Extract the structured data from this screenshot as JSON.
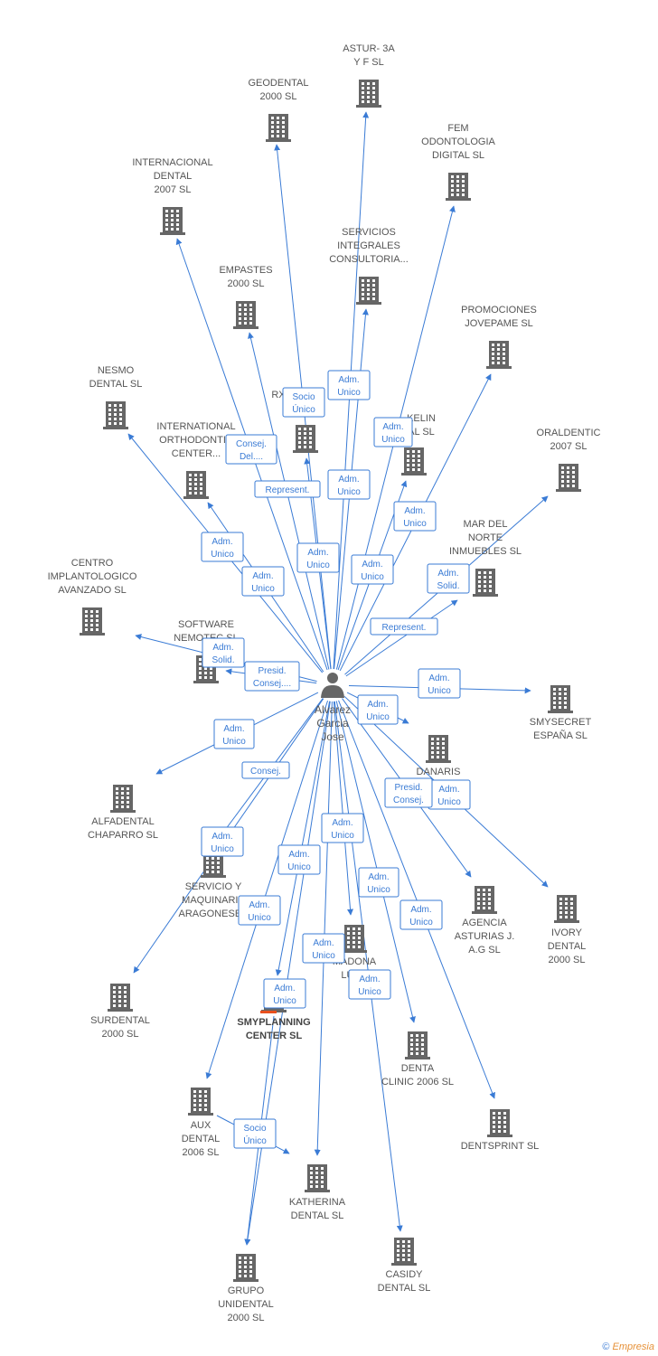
{
  "person": {
    "lines": [
      "Alvarez",
      "Garcia",
      "Jose"
    ],
    "icon": "person-icon"
  },
  "companies": [
    {
      "id": "astur",
      "lines": [
        "ASTUR- 3A",
        "Y F SL"
      ],
      "icon": "building-icon"
    },
    {
      "id": "geodental",
      "lines": [
        "GEODENTAL",
        "2000 SL"
      ],
      "icon": "building-icon"
    },
    {
      "id": "fem",
      "lines": [
        "FEM",
        "ODONTOLOGIA",
        "DIGITAL SL"
      ],
      "icon": "building-icon"
    },
    {
      "id": "internacional-dental",
      "lines": [
        "INTERNACIONAL",
        "DENTAL",
        "2007 SL"
      ],
      "icon": "building-icon"
    },
    {
      "id": "servicios-integrales",
      "lines": [
        "SERVICIOS",
        "INTEGRALES",
        "CONSULTORIA..."
      ],
      "icon": "building-icon"
    },
    {
      "id": "empastes",
      "lines": [
        "EMPASTES",
        "2000 SL"
      ],
      "icon": "building-icon"
    },
    {
      "id": "promociones",
      "lines": [
        "PROMOCIONES",
        "JOVEPAME SL"
      ],
      "icon": "building-icon"
    },
    {
      "id": "rx",
      "lines": [
        "RX"
      ],
      "icon": "building-icon"
    },
    {
      "id": "nesmo",
      "lines": [
        "NESMO",
        "DENTAL SL"
      ],
      "icon": "building-icon"
    },
    {
      "id": "kelin",
      "lines": [
        "KELIN",
        "AL SL"
      ],
      "icon": "building-icon"
    },
    {
      "id": "international-ortho",
      "lines": [
        "INTERNATIONAL",
        "ORTHODONTIC",
        "CENTER..."
      ],
      "icon": "building-icon"
    },
    {
      "id": "oraldentic",
      "lines": [
        "ORALDENTIC",
        "2007 SL"
      ],
      "icon": "building-icon"
    },
    {
      "id": "mar-del-norte",
      "lines": [
        "MAR DEL",
        "NORTE",
        "INMUEBLES SL"
      ],
      "icon": "building-icon"
    },
    {
      "id": "centro-implanto",
      "lines": [
        "CENTRO",
        "IMPLANTOLOGICO",
        "AVANZADO SL"
      ],
      "icon": "building-icon"
    },
    {
      "id": "software",
      "lines": [
        "SOFTWARE",
        "NEMOTEC SL"
      ],
      "icon": "building-icon"
    },
    {
      "id": "smysecret",
      "lines": [
        "SMYSECRET",
        "ESPAÑA SL"
      ],
      "icon": "building-icon"
    },
    {
      "id": "danaris",
      "lines": [
        "DANARIS",
        "IN"
      ],
      "icon": "building-icon"
    },
    {
      "id": "alfadental",
      "lines": [
        "ALFADENTAL",
        "CHAPARRO SL"
      ],
      "icon": "building-icon"
    },
    {
      "id": "servicio-maquinaria",
      "lines": [
        "SERVICIO Y",
        "MAQUINARIA",
        "ARAGONESES"
      ],
      "icon": "building-icon"
    },
    {
      "id": "agencia",
      "lines": [
        "AGENCIA",
        "ASTURIAS J.",
        "A.G SL"
      ],
      "icon": "building-icon"
    },
    {
      "id": "ivory",
      "lines": [
        "IVORY",
        "DENTAL",
        "2000 SL"
      ],
      "icon": "building-icon"
    },
    {
      "id": "madona",
      "lines": [
        "MADONA",
        "LUEN"
      ],
      "icon": "building-icon"
    },
    {
      "id": "surdental",
      "lines": [
        "SURDENTAL",
        "2000 SL"
      ],
      "icon": "building-icon"
    },
    {
      "id": "smyplanning",
      "lines": [
        "SMYPLANNING",
        "CENTER SL"
      ],
      "icon": "building-icon",
      "main": true
    },
    {
      "id": "denta-clinic",
      "lines": [
        "DENTA",
        "CLINIC 2006 SL"
      ],
      "icon": "building-icon"
    },
    {
      "id": "dentsprint",
      "lines": [
        "DENTSPRINT SL"
      ],
      "icon": "building-icon"
    },
    {
      "id": "aux-dental",
      "lines": [
        "AUX",
        "DENTAL",
        "2006 SL"
      ],
      "icon": "building-icon"
    },
    {
      "id": "katherina",
      "lines": [
        "KATHERINA",
        "DENTAL SL"
      ],
      "icon": "building-icon"
    },
    {
      "id": "casidy",
      "lines": [
        "CASIDY",
        "DENTAL SL"
      ],
      "icon": "building-icon"
    },
    {
      "id": "grupo-unidental",
      "lines": [
        "GRUPO",
        "UNIDENTAL",
        "2000 SL"
      ],
      "icon": "building-icon"
    }
  ],
  "roles": [
    {
      "id": "r-socio-1",
      "lines": [
        "Socio",
        "Único"
      ]
    },
    {
      "id": "r-adm-1",
      "lines": [
        "Adm.",
        "Unico"
      ]
    },
    {
      "id": "r-adm-2",
      "lines": [
        "Adm.",
        "Unico"
      ]
    },
    {
      "id": "r-consej-del",
      "lines": [
        "Consej.",
        "Del...."
      ]
    },
    {
      "id": "r-adm-3",
      "lines": [
        "Adm.",
        "Unico"
      ]
    },
    {
      "id": "r-represent-1",
      "lines": [
        "Represent."
      ]
    },
    {
      "id": "r-adm-4",
      "lines": [
        "Adm.",
        "Unico"
      ]
    },
    {
      "id": "r-adm-5",
      "lines": [
        "Adm.",
        "Unico"
      ]
    },
    {
      "id": "r-adm-6",
      "lines": [
        "Adm.",
        "Unico"
      ]
    },
    {
      "id": "r-adm-7",
      "lines": [
        "Adm.",
        "Unico"
      ]
    },
    {
      "id": "r-adm-8",
      "lines": [
        "Adm.",
        "Unico"
      ]
    },
    {
      "id": "r-adm-solid-1",
      "lines": [
        "Adm.",
        "Solid."
      ]
    },
    {
      "id": "r-adm-9",
      "lines": [
        "Adm.",
        "Unico"
      ]
    },
    {
      "id": "r-represent-2",
      "lines": [
        "Represent."
      ]
    },
    {
      "id": "r-adm-solid-2",
      "lines": [
        "Adm.",
        "Solid."
      ]
    },
    {
      "id": "r-presid-1",
      "lines": [
        "Presid.",
        "Consej...."
      ]
    },
    {
      "id": "r-adm-10",
      "lines": [
        "Adm.",
        "Unico"
      ]
    },
    {
      "id": "r-adm-11",
      "lines": [
        "Adm.",
        "Unico"
      ]
    },
    {
      "id": "r-adm-12",
      "lines": [
        "Adm.",
        "Unico"
      ]
    },
    {
      "id": "r-consej",
      "lines": [
        "Consej."
      ]
    },
    {
      "id": "r-presid-2",
      "lines": [
        "Presid.",
        "Consej."
      ]
    },
    {
      "id": "r-adm-13",
      "lines": [
        "Adm.",
        "Unico"
      ]
    },
    {
      "id": "r-adm-14",
      "lines": [
        "Adm.",
        "Unico"
      ]
    },
    {
      "id": "r-adm-15",
      "lines": [
        "Adm.",
        "Unico"
      ]
    },
    {
      "id": "r-adm-16",
      "lines": [
        "Adm.",
        "Unico"
      ]
    },
    {
      "id": "r-adm-17",
      "lines": [
        "Adm.",
        "Unico"
      ]
    },
    {
      "id": "r-adm-18",
      "lines": [
        "Adm.",
        "Unico"
      ]
    },
    {
      "id": "r-adm-19",
      "lines": [
        "Adm.",
        "Unico"
      ]
    },
    {
      "id": "r-adm-20",
      "lines": [
        "Adm.",
        "Unico"
      ]
    },
    {
      "id": "r-adm-21",
      "lines": [
        "Adm.",
        "Unico"
      ]
    },
    {
      "id": "r-adm-22",
      "lines": [
        "Adm.",
        "Unico"
      ]
    },
    {
      "id": "r-socio-2",
      "lines": [
        "Socio",
        "Único"
      ]
    }
  ],
  "footer": {
    "copyright": "©",
    "brand": "Empresia"
  },
  "colors": {
    "edge": "#3a7bd5",
    "building": "#666666",
    "highlight": "#e8501e"
  }
}
